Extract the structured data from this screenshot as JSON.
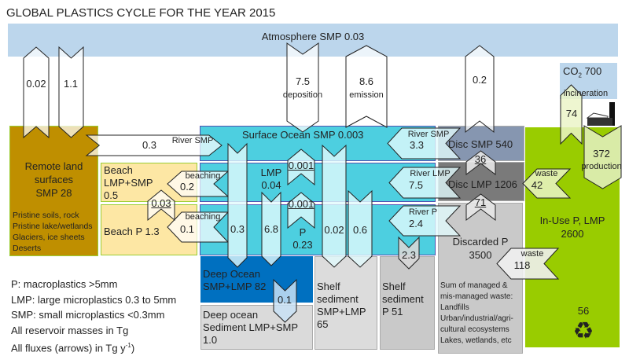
{
  "title": "GLOBAL PLASTICS CYCLE FOR THE YEAR 2015",
  "colors": {
    "atmosphere": "#bcd6ec",
    "ocean": "#4dcfe0",
    "deep_ocean": "#0070c0",
    "land": "#bf8f00",
    "beach": "#fde7a4",
    "in_use": "#99cc00",
    "disc_smp": "#8696b0",
    "disc_lmp": "#7a7a7a",
    "discarded": "#c9c9c9",
    "sediment": "#dadada"
  },
  "reservoirs": {
    "atmosphere": "Atmosphere SMP 0.03",
    "co2": {
      "main": "CO",
      "sub": "2",
      "value": " 700"
    },
    "remote_land": {
      "name": "Remote land surfaces SMP 28",
      "lines": [
        "Remote land",
        "surfaces",
        "SMP 28"
      ],
      "notes": [
        "Pristine soils, rock",
        "Pristine lake/wetlands",
        "Glaciers, ice sheets",
        "Deserts"
      ]
    },
    "beach_lmp": [
      "Beach",
      "LMP+SMP",
      "0.5"
    ],
    "beach_p": "Beach P 1.3",
    "surface_ocean": "Surface Ocean SMP 0.003",
    "lmp_ocean": [
      "LMP",
      "0.04"
    ],
    "p_ocean": [
      "P",
      "0.23"
    ],
    "deep_ocean": [
      "Deep Ocean",
      "SMP+LMP 82"
    ],
    "deep_sediment": [
      "Deep ocean",
      "Sediment LMP+SMP",
      "1.0"
    ],
    "shelf_smp": [
      "Shelf",
      "sediment",
      "SMP+LMP",
      "65"
    ],
    "shelf_p": [
      "Shelf",
      "sediment",
      "P 51"
    ],
    "disc_smp": "Disc SMP 540",
    "disc_lmp": "Disc LMP 1206",
    "discarded": {
      "lines": [
        "Discarded P",
        "3500"
      ],
      "notes": [
        "Sum of managed &",
        "mis-managed waste:",
        "Landfills",
        "Urban/industrial/agri-",
        "cultural ecosystems",
        "Lakes, wetlands, etc"
      ]
    },
    "in_use": [
      "In-Use P, LMP",
      "2600"
    ],
    "recycled": "56"
  },
  "fluxes": {
    "land_up": "0.02",
    "land_down": "1.1",
    "deposition": {
      "value": "7.5",
      "label": "deposition"
    },
    "emission": {
      "value": "8.6",
      "label": "emission"
    },
    "disc_up": "0.2",
    "incineration": {
      "value": "74",
      "label": "incineration"
    },
    "production": {
      "value": "372",
      "label": "production"
    },
    "river_land": {
      "value": "0.3",
      "label": "River SMP"
    },
    "beaching_lmp": {
      "value": "0.2",
      "label": "beaching"
    },
    "beaching_p": {
      "value": "0.1",
      "label": "beaching"
    },
    "beach_exchange": "0.03",
    "sink_smp": "0.3",
    "sink_lmp": "6.8",
    "frag_1": "0.001",
    "frag_2": "0.001",
    "shelf_smp": "0.02",
    "shelf_lmp": "0.6",
    "river_smp": {
      "value": "3.3",
      "label": "River SMP"
    },
    "river_lmp": {
      "value": "7.5",
      "label": "River LMP"
    },
    "river_p": {
      "value": "2.4",
      "label": "River P"
    },
    "frag_disc_36": "36",
    "frag_disc_71": "71",
    "waste_42": {
      "value": "42",
      "label": "waste"
    },
    "waste_118": {
      "value": "118",
      "label": "waste"
    },
    "deep_sed": "0.1",
    "shelf_p": "2.3"
  },
  "legend": [
    "P: macroplastics >5mm",
    "LMP: large microplastics 0.3 to 5mm",
    "SMP: small microplastics <0.3mm",
    "All reservoir masses in Tg"
  ],
  "legend_flux": {
    "text": "All fluxes (arrows) in Tg y",
    "sup": "-1",
    "close": ")"
  },
  "icons": {
    "recycle": "recycle-icon",
    "factory": "factory-icon"
  }
}
